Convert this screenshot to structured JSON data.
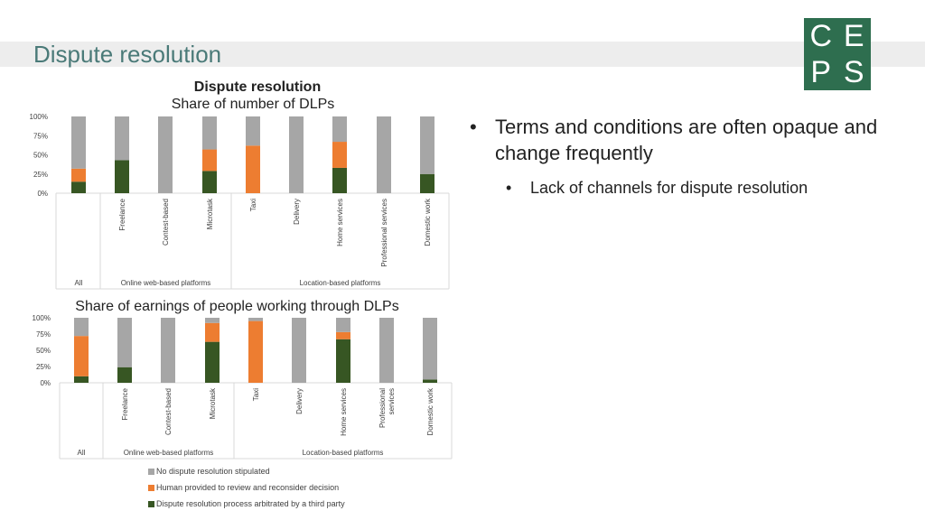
{
  "header": {
    "title": "Dispute resolution"
  },
  "logo": {
    "letters": [
      "C",
      "E",
      "P",
      "S"
    ],
    "color": "#2e6e4f"
  },
  "bullets": {
    "main": "Terms and conditions are often opaque and change frequently",
    "sub": "Lack of channels for dispute resolution"
  },
  "colors": {
    "none": "#a6a6a6",
    "human": "#ed7d31",
    "third": "#375623"
  },
  "legend": [
    {
      "key": "none",
      "label": "No dispute resolution stipulated"
    },
    {
      "key": "human",
      "label": "Human provided to review and reconsider decision"
    },
    {
      "key": "third",
      "label": "Dispute resolution process arbitrated by a third party"
    }
  ],
  "chart_data": [
    {
      "type": "bar",
      "stacked": true,
      "title": "Dispute resolution",
      "subtitle": "Share of number of DLPs",
      "ylim": [
        0,
        100
      ],
      "yticks": [
        "0%",
        "25%",
        "50%",
        "75%",
        "100%"
      ],
      "categories": [
        "All",
        "Freelance",
        "Contest-based",
        "Microtask",
        "Taxi",
        "Delivery",
        "Home services",
        "Professional services",
        "Domestic work"
      ],
      "groups": [
        {
          "label": "All",
          "categories": [
            "All"
          ]
        },
        {
          "label": "Online web-based platforms",
          "categories": [
            "Freelance",
            "Contest-based",
            "Microtask"
          ]
        },
        {
          "label": "Location-based platforms",
          "categories": [
            "Taxi",
            "Delivery",
            "Home services",
            "Professional services",
            "Domestic work"
          ]
        }
      ],
      "series": [
        {
          "name": "Dispute resolution process arbitrated by a third party",
          "key": "third",
          "values": [
            15,
            43,
            0,
            29,
            0,
            0,
            33,
            0,
            25
          ]
        },
        {
          "name": "Human provided to review and reconsider decision",
          "key": "human",
          "values": [
            17,
            0,
            0,
            28,
            62,
            0,
            34,
            0,
            0
          ]
        },
        {
          "name": "No dispute resolution stipulated",
          "key": "none",
          "values": [
            68,
            57,
            100,
            43,
            38,
            100,
            33,
            100,
            75
          ]
        }
      ]
    },
    {
      "type": "bar",
      "stacked": true,
      "title": "Share of earnings of people working through DLPs",
      "ylim": [
        0,
        100
      ],
      "yticks": [
        "0%",
        "25%",
        "50%",
        "75%",
        "100%"
      ],
      "categories": [
        "All",
        "Freelance",
        "Contest-based",
        "Microtask",
        "Taxi",
        "Delivery",
        "Home services",
        "Professional services",
        "Domestic work"
      ],
      "groups": [
        {
          "label": "All",
          "categories": [
            "All"
          ]
        },
        {
          "label": "Online web-based platforms",
          "categories": [
            "Freelance",
            "Contest-based",
            "Microtask"
          ]
        },
        {
          "label": "Location-based platforms",
          "categories": [
            "Taxi",
            "Delivery",
            "Home services",
            "Professional services",
            "Domestic work"
          ]
        }
      ],
      "series": [
        {
          "name": "Dispute resolution process arbitrated by a third party",
          "key": "third",
          "values": [
            10,
            24,
            0,
            63,
            0,
            0,
            67,
            0,
            5
          ]
        },
        {
          "name": "Human provided to review and reconsider decision",
          "key": "human",
          "values": [
            62,
            0,
            0,
            29,
            95,
            0,
            11,
            0,
            0
          ]
        },
        {
          "name": "No dispute resolution stipulated",
          "key": "none",
          "values": [
            28,
            76,
            100,
            8,
            5,
            100,
            22,
            100,
            95
          ]
        }
      ]
    }
  ]
}
